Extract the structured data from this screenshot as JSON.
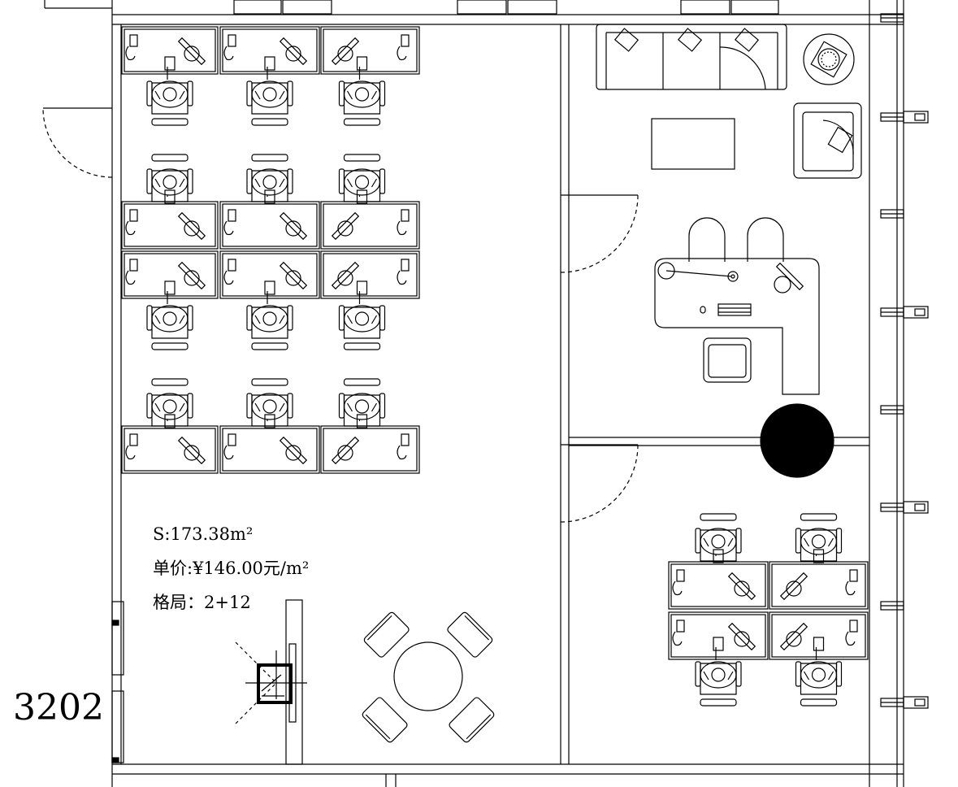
{
  "unit_label": "3202",
  "info": {
    "area": "S:173.38m²",
    "unit_price": "单价:¥146.00元/m²",
    "layout": "格局：2+12"
  },
  "palette": {
    "line": "#000000",
    "background": "#ffffff",
    "column_fill": "#000000"
  }
}
